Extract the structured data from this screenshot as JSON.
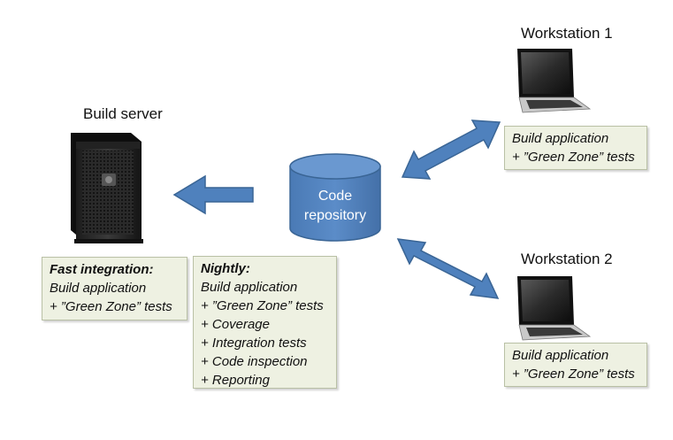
{
  "build_server": {
    "label": "Build server",
    "fast_note": {
      "heading": "Fast integration:",
      "lines": [
        "Build application",
        "+ ”Green Zone” tests"
      ]
    },
    "nightly_note": {
      "heading": "Nightly:",
      "lines": [
        "Build application",
        "+ ”Green Zone” tests",
        "+ Coverage",
        "+ Integration tests",
        "+ Code inspection",
        "+ Reporting"
      ]
    }
  },
  "repository": {
    "line1": "Code",
    "line2": "repository",
    "color": "#4f81bd"
  },
  "workstation1": {
    "label": "Workstation 1",
    "lines": [
      "Build application",
      "+ ”Green Zone” tests"
    ]
  },
  "workstation2": {
    "label": "Workstation 2",
    "lines": [
      "Build application",
      "+ ”Green Zone” tests"
    ]
  },
  "colors": {
    "arrow": "#4f81bd",
    "arrow_border": "#3a6595",
    "note_bg": "#eef1e2"
  },
  "icons": {
    "server": "tower-server-icon",
    "laptop": "laptop-icon"
  }
}
